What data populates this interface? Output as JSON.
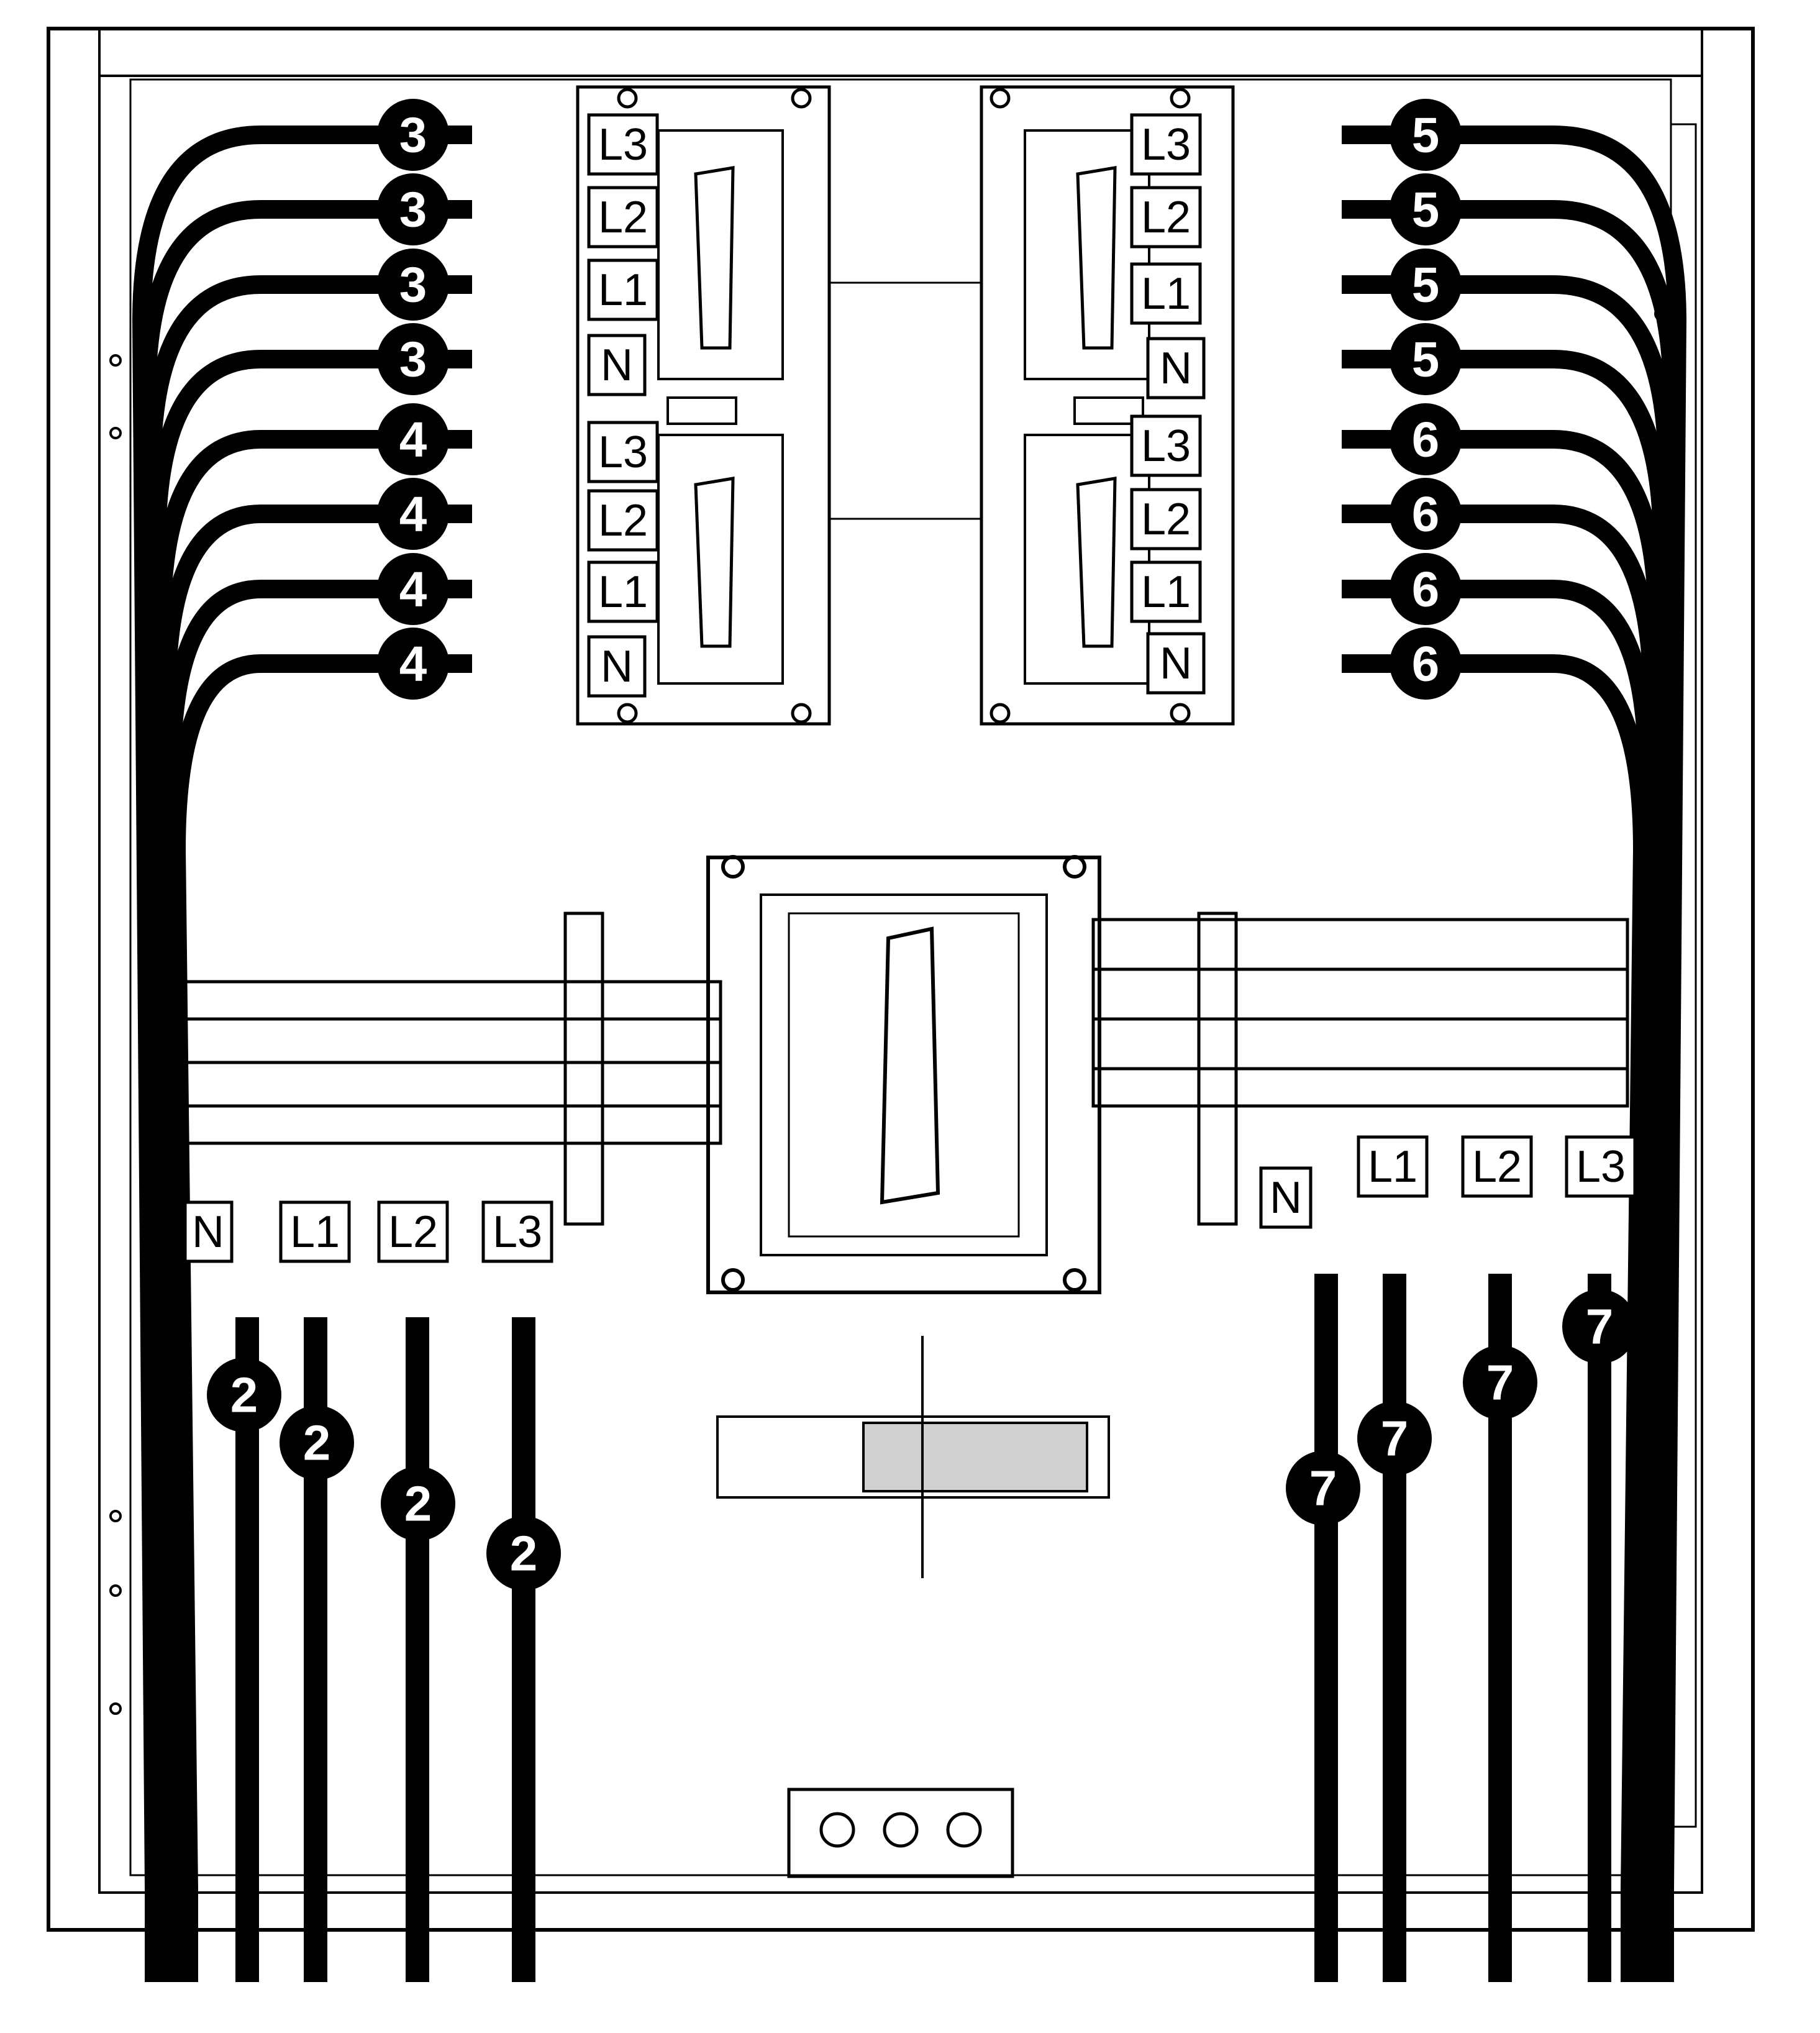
{
  "diagram": {
    "top_left_terminals": [
      "L3",
      "L2",
      "L1",
      "N",
      "L3",
      "L2",
      "L1",
      "N"
    ],
    "top_right_terminals": [
      "L3",
      "L2",
      "L1",
      "N",
      "L3",
      "L2",
      "L1",
      "N"
    ],
    "bottom_left_terminals": [
      "N",
      "L1",
      "L2",
      "L3"
    ],
    "bottom_right_terminals": [
      "N",
      "L1",
      "L2",
      "L3"
    ],
    "callouts_left_top": [
      "3",
      "3",
      "3",
      "3",
      "4",
      "4",
      "4",
      "4"
    ],
    "callouts_right_top": [
      "5",
      "5",
      "5",
      "5",
      "6",
      "6",
      "6",
      "6"
    ],
    "callouts_bottom_left": [
      "2",
      "2",
      "2",
      "2"
    ],
    "callouts_bottom_right": [
      "7",
      "7",
      "7",
      "7"
    ],
    "colors": {
      "line": "#000000",
      "background": "#ffffff"
    }
  }
}
